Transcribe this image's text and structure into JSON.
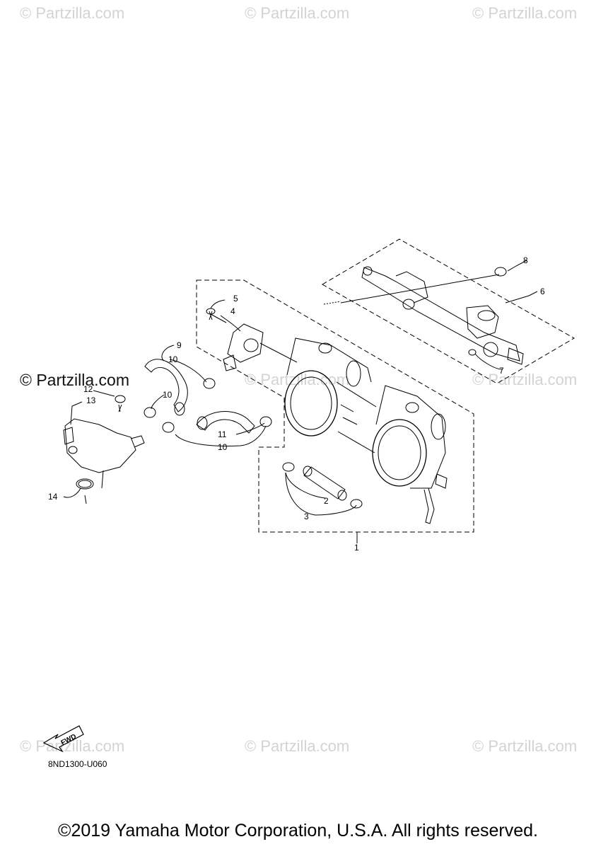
{
  "watermarks": {
    "top_left": "© Partzilla.com",
    "top_center": "© Partzilla.com",
    "top_right": "© Partzilla.com",
    "mid_left": "© Partzilla.com",
    "mid_center": "© Partzilla.com",
    "mid_right": "© Partzilla.com",
    "bottom_left": "© Partzilla.com",
    "bottom_center": "© Partzilla.com",
    "bottom_right": "© Partzilla.com"
  },
  "callouts": [
    "1",
    "2",
    "3",
    "4",
    "5",
    "6",
    "7",
    "8",
    "9",
    "10",
    "10",
    "10",
    "11",
    "12",
    "13",
    "14"
  ],
  "fwd_label": "FWD",
  "diagram_code": "8ND1300-U060",
  "copyright": "©2019 Yamaha Motor Corporation, U.S.A. All rights reserved."
}
